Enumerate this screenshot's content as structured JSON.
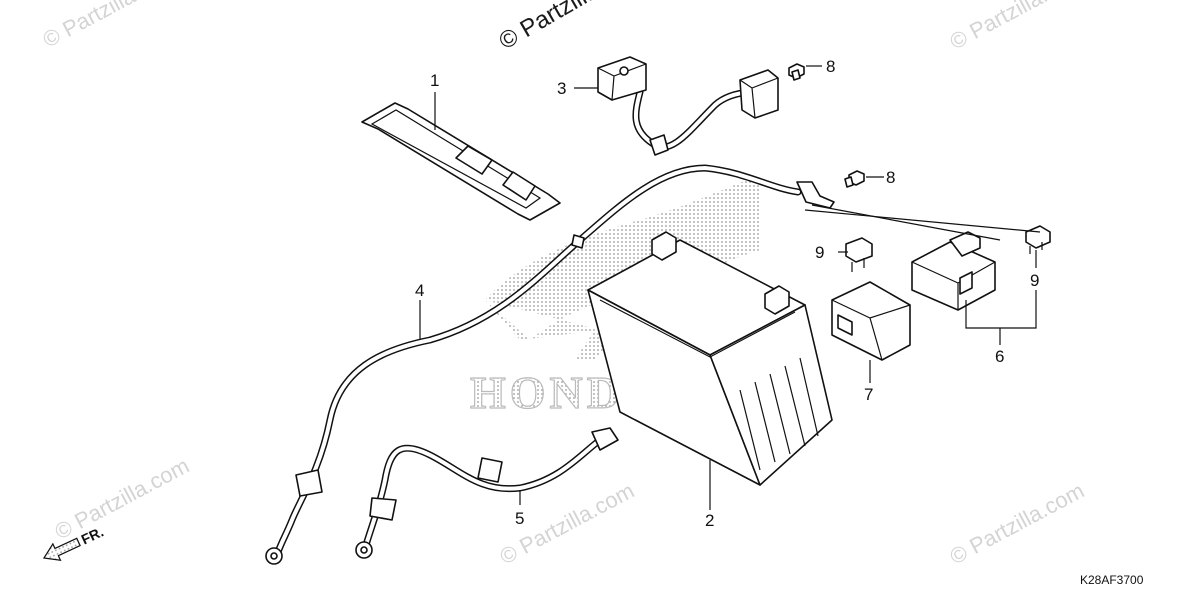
{
  "watermarks": {
    "text_top": "© Partzilla.com",
    "text": "© Partzilla.com"
  },
  "logo": {
    "text": "HONDA"
  },
  "callouts": [
    {
      "id": "1",
      "label": "1",
      "part": "battery-band"
    },
    {
      "id": "2",
      "label": "2",
      "part": "battery"
    },
    {
      "id": "3",
      "label": "3",
      "part": "starter-relay-cable"
    },
    {
      "id": "4",
      "label": "4",
      "part": "battery-positive-cable"
    },
    {
      "id": "5",
      "label": "5",
      "part": "battery-negative-cable"
    },
    {
      "id": "6",
      "label": "6",
      "part": "starter-magnetic-switch"
    },
    {
      "id": "7",
      "label": "7",
      "part": "relay-cover"
    },
    {
      "id": "8a",
      "label": "8",
      "part": "bolt-upper"
    },
    {
      "id": "8b",
      "label": "8",
      "part": "bolt-lower"
    },
    {
      "id": "9a",
      "label": "9",
      "part": "fuse-left"
    },
    {
      "id": "9b",
      "label": "9",
      "part": "fuse-right"
    }
  ],
  "direction_indicator": "FR.",
  "diagram_code": "K28AF3700"
}
